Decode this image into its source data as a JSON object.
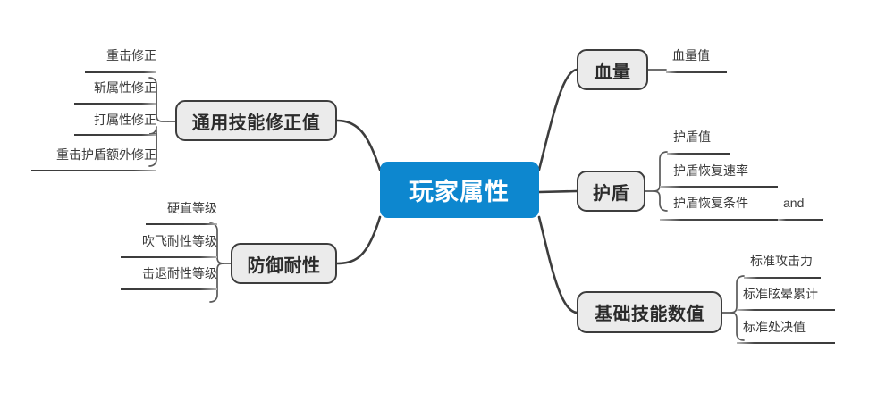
{
  "diagram": {
    "type": "mindmap",
    "title": "玩家属性",
    "root": {
      "label": "玩家属性",
      "color": "#0d87cf",
      "text_color": "#ffffff"
    },
    "node_style": {
      "fill": "#ebebeb",
      "border": "#3d3d3d",
      "text_color": "#2b2b2b"
    },
    "branches": [
      {
        "id": "general-skill-modifier",
        "label": "通用技能修正值",
        "side": "left",
        "leaves": [
          {
            "label": "重击修正"
          },
          {
            "label": "斩属性修正"
          },
          {
            "label": "打属性修正"
          },
          {
            "label": "重击护盾额外修正"
          }
        ]
      },
      {
        "id": "defense-resistance",
        "label": "防御耐性",
        "side": "left",
        "leaves": [
          {
            "label": "硬直等级"
          },
          {
            "label": "吹飞耐性等级"
          },
          {
            "label": "击退耐性等级"
          }
        ]
      },
      {
        "id": "health",
        "label": "血量",
        "side": "right",
        "leaves": [
          {
            "label": "血量值"
          }
        ]
      },
      {
        "id": "shield",
        "label": "护盾",
        "side": "right",
        "leaves": [
          {
            "label": "护盾值"
          },
          {
            "label": "护盾恢复速率"
          },
          {
            "label": "护盾恢复条件",
            "annotation": "and"
          }
        ]
      },
      {
        "id": "base-skill-values",
        "label": "基础技能数值",
        "side": "right",
        "leaves": [
          {
            "label": "标准攻击力"
          },
          {
            "label": "标准眩晕累计"
          },
          {
            "label": "标准处决值"
          }
        ]
      }
    ],
    "annotations": [
      {
        "id": "and-connector",
        "label": "and"
      }
    ]
  }
}
